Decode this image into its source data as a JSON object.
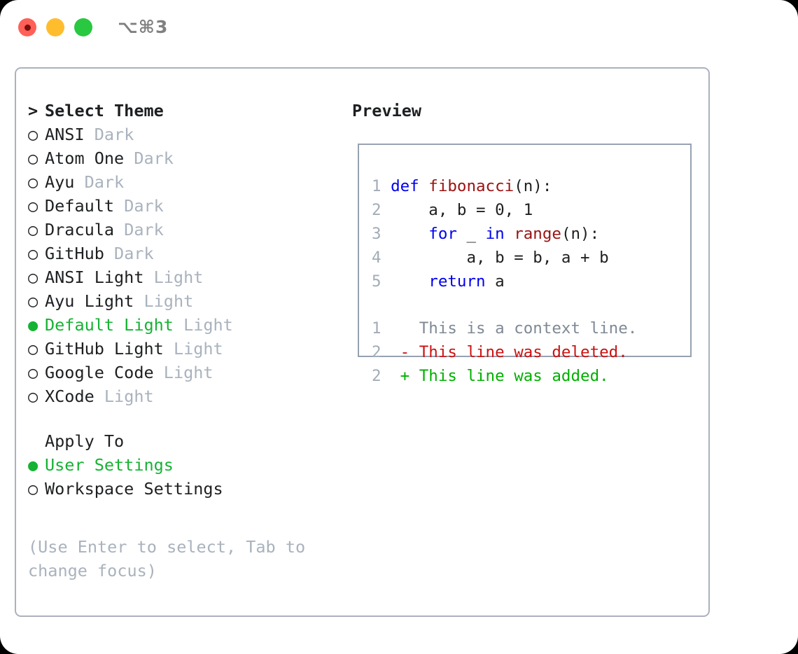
{
  "titlebar": {
    "shortcut": "⌥⌘3",
    "buttons": [
      {
        "name": "close",
        "color": "#ff6058"
      },
      {
        "name": "minimize",
        "color": "#ffbd2e"
      },
      {
        "name": "maximize",
        "color": "#28c840"
      }
    ]
  },
  "theme_picker": {
    "header_marker": ">",
    "header_label": "Select Theme",
    "marker_unselected": "○",
    "marker_selected": "●",
    "items": [
      {
        "marker": "○",
        "label": "ANSI",
        "suffix": "Dark",
        "selected": false
      },
      {
        "marker": "○",
        "label": "Atom One",
        "suffix": "Dark",
        "selected": false
      },
      {
        "marker": "○",
        "label": "Ayu",
        "suffix": "Dark",
        "selected": false
      },
      {
        "marker": "○",
        "label": "Default",
        "suffix": "Dark",
        "selected": false
      },
      {
        "marker": "○",
        "label": "Dracula",
        "suffix": "Dark",
        "selected": false
      },
      {
        "marker": "○",
        "label": "GitHub",
        "suffix": "Dark",
        "selected": false
      },
      {
        "marker": "○",
        "label": "ANSI Light",
        "suffix": "Light",
        "selected": false
      },
      {
        "marker": "○",
        "label": "Ayu Light",
        "suffix": "Light",
        "selected": false
      },
      {
        "marker": "●",
        "label": "Default Light",
        "suffix": "Light",
        "selected": true
      },
      {
        "marker": "○",
        "label": "GitHub Light",
        "suffix": "Light",
        "selected": false
      },
      {
        "marker": "○",
        "label": "Google Code",
        "suffix": "Light",
        "selected": false
      },
      {
        "marker": "○",
        "label": "XCode",
        "suffix": "Light",
        "selected": false
      }
    ]
  },
  "apply_to": {
    "label": "Apply To",
    "items": [
      {
        "marker": "●",
        "label": "User Settings",
        "selected": true
      },
      {
        "marker": "○",
        "label": "Workspace Settings",
        "selected": false
      }
    ]
  },
  "hint": "(Use Enter to select, Tab to change focus)",
  "preview": {
    "title": "Preview",
    "code_lines": [
      {
        "num": "1",
        "tokens": [
          {
            "t": "def",
            "c": "kw"
          },
          {
            "t": " ",
            "c": "pl"
          },
          {
            "t": "fibonacci",
            "c": "fn"
          },
          {
            "t": "(n):",
            "c": "pl"
          }
        ]
      },
      {
        "num": "2",
        "tokens": [
          {
            "t": "    a, b = 0, 1",
            "c": "pl"
          }
        ]
      },
      {
        "num": "3",
        "tokens": [
          {
            "t": "    ",
            "c": "pl"
          },
          {
            "t": "for",
            "c": "kw"
          },
          {
            "t": " _ ",
            "c": "pl"
          },
          {
            "t": "in",
            "c": "kw"
          },
          {
            "t": " ",
            "c": "pl"
          },
          {
            "t": "range",
            "c": "fn"
          },
          {
            "t": "(n):",
            "c": "pl"
          }
        ]
      },
      {
        "num": "4",
        "tokens": [
          {
            "t": "        a, b = b, a + b",
            "c": "pl"
          }
        ]
      },
      {
        "num": "5",
        "tokens": [
          {
            "t": "    ",
            "c": "pl"
          },
          {
            "t": "return",
            "c": "kw"
          },
          {
            "t": " a",
            "c": "pl"
          }
        ]
      }
    ],
    "diff_lines": [
      {
        "num": "1",
        "marker": " ",
        "text": "This is a context line.",
        "kind": "d-ctx"
      },
      {
        "num": "2",
        "marker": "-",
        "text": "This line was deleted.",
        "kind": "d-del"
      },
      {
        "num": "2",
        "marker": "+",
        "text": "This line was added.",
        "kind": "d-add"
      }
    ]
  },
  "colors": {
    "accent_green": "#16b233",
    "muted": "#a9b2bd",
    "keyword_blue": "#0000ee",
    "function_red": "#9b1212",
    "diff_add": "#00b000",
    "diff_del": "#cc1111",
    "border": "#aab2bf"
  }
}
